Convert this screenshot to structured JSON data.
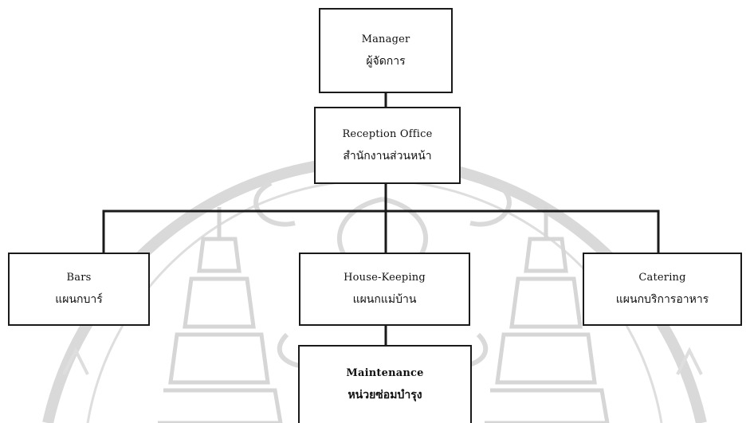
{
  "title": "",
  "nodes": [
    {
      "id": "manager",
      "label_en": "Manager",
      "label_th": "ผู้จัดการ"
    },
    {
      "id": "reception",
      "label_en": "Reception Office",
      "label_th": "สำนักงานส่วนหน้า"
    },
    {
      "id": "bars",
      "label_en": "Bars",
      "label_th": "แผนกบาร์"
    },
    {
      "id": "housekeeping",
      "label_en": "House-Keeping",
      "label_th": "แผนกแม่บ้าน"
    },
    {
      "id": "catering",
      "label_en": "Catering",
      "label_th": "แผนกบริการอาหาร"
    },
    {
      "id": "maintenance",
      "label_en": "Maintenance",
      "label_th": "หน่วยซ่อมบำรุง"
    }
  ],
  "edges": [
    {
      "from": "manager",
      "to": "reception"
    },
    {
      "from": "reception",
      "to": "bars"
    },
    {
      "from": "reception",
      "to": "housekeeping"
    },
    {
      "from": "reception",
      "to": "catering"
    },
    {
      "from": "housekeeping",
      "to": "maintenance"
    }
  ],
  "colors": {
    "line": "#1a1a1a",
    "box_border": "#1a1a1a",
    "watermark": "#d9d9d9"
  }
}
